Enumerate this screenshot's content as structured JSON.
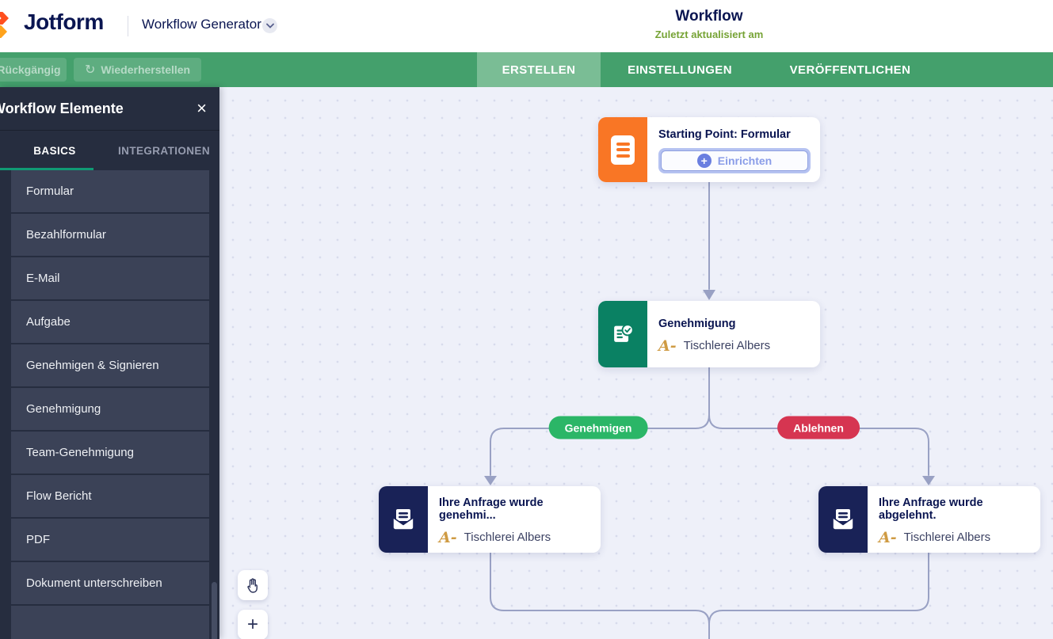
{
  "header": {
    "logo_text": "Jotform",
    "product_name": "Workflow Generator",
    "title": "Workflow",
    "subtitle": "Zuletzt aktualisiert am"
  },
  "toolbar": {
    "undo_label": "Rückgängig",
    "redo_label": "Wiederherstellen",
    "redo_icon": "↻",
    "undo_icon": "↺",
    "tabs": [
      {
        "label": "ERSTELLEN",
        "active": true
      },
      {
        "label": "EINSTELLUNGEN",
        "active": false
      },
      {
        "label": "VERÖFFENTLICHEN",
        "active": false
      }
    ]
  },
  "sidebar": {
    "title": "Workflow Elemente",
    "close_icon": "×",
    "tabs": [
      {
        "label": "BASICS",
        "active": true
      },
      {
        "label": "INTEGRATIONEN",
        "active": false
      }
    ],
    "items": [
      {
        "label": "Formular"
      },
      {
        "label": "Bezahlformular"
      },
      {
        "label": "E-Mail"
      },
      {
        "label": "Aufgabe"
      },
      {
        "label": "Genehmigen & Signieren"
      },
      {
        "label": "Genehmigung"
      },
      {
        "label": "Team-Genehmigung"
      },
      {
        "label": "Flow Bericht"
      },
      {
        "label": "PDF"
      },
      {
        "label": "Dokument unterschreiben"
      }
    ]
  },
  "canvas": {
    "start_node": {
      "title": "Starting Point: Formular",
      "setup_label": "Einrichten",
      "plus_icon": "+"
    },
    "approval_node": {
      "title": "Genehmigung",
      "assignee": "Tischlerei Albers",
      "avatar_mark": "A-"
    },
    "branch_labels": {
      "approve": "Genehmigen",
      "reject": "Ablehnen"
    },
    "email_approved_node": {
      "title": "Ihre Anfrage wurde genehmi...",
      "assignee": "Tischlerei Albers",
      "avatar_mark": "A-"
    },
    "email_rejected_node": {
      "title": "Ihre Anfrage wurde abgelehnt.",
      "assignee": "Tischlerei Albers",
      "avatar_mark": "A-"
    },
    "tools": {
      "plus_icon": "+"
    }
  },
  "colors": {
    "brand_navy": "#0a1551",
    "brand_orange": "#ff6100",
    "toolbar_green": "#44a06c",
    "active_tab_green": "#7abd95",
    "subtitle_green": "#76a335",
    "sidebar_bg": "#262d3f",
    "sidebar_item_bg": "#3b4257",
    "basics_underline": "#109a74",
    "canvas_bg": "#eef0f9",
    "connector": "#99a1c4",
    "start_icon_bg": "#f97625",
    "approval_icon_bg": "#0a8163",
    "email_icon_bg": "#192257",
    "approve_pill": "#2bb667",
    "reject_pill": "#d63551",
    "setup_accent": "#6a7fe0",
    "avatar_gold": "#cf9b43"
  }
}
